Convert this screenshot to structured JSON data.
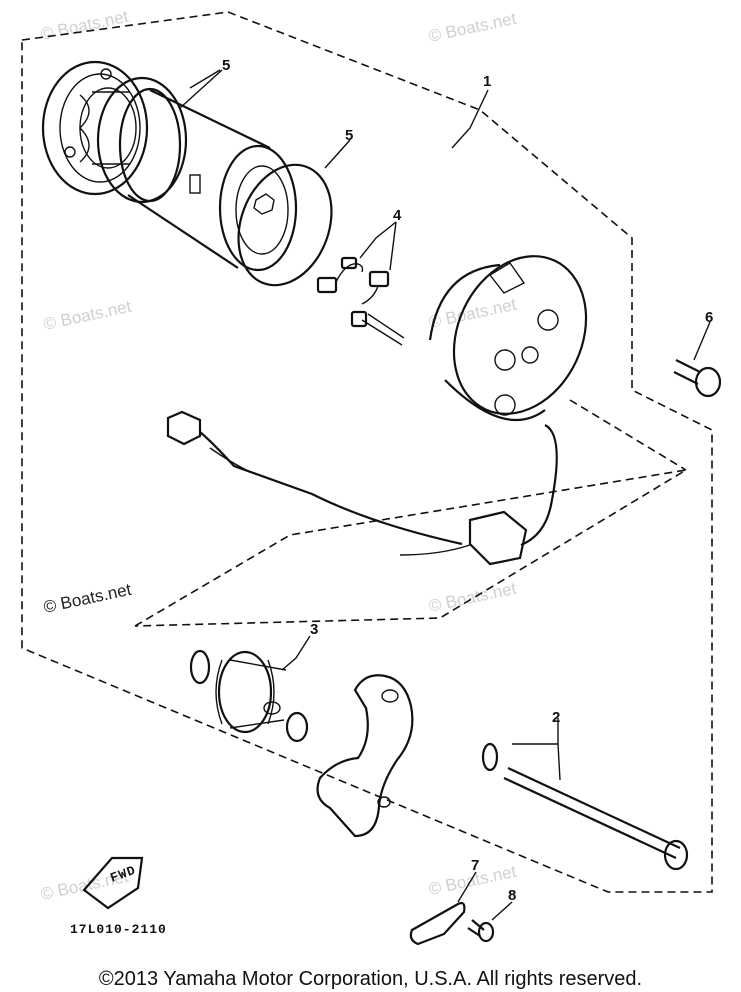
{
  "callouts": [
    {
      "id": "1",
      "label": "1"
    },
    {
      "id": "2",
      "label": "2"
    },
    {
      "id": "3",
      "label": "3"
    },
    {
      "id": "4",
      "label": "4"
    },
    {
      "id": "5a",
      "label": "5"
    },
    {
      "id": "5b",
      "label": "5"
    },
    {
      "id": "6",
      "label": "6"
    },
    {
      "id": "7",
      "label": "7"
    },
    {
      "id": "8",
      "label": "8"
    }
  ],
  "watermark": "© Boats.net",
  "fwd_label": "FWD",
  "diagram_code": "17L010-2110",
  "copyright": "©2013 Yamaha Motor Corporation, U.S.A. All rights reserved."
}
